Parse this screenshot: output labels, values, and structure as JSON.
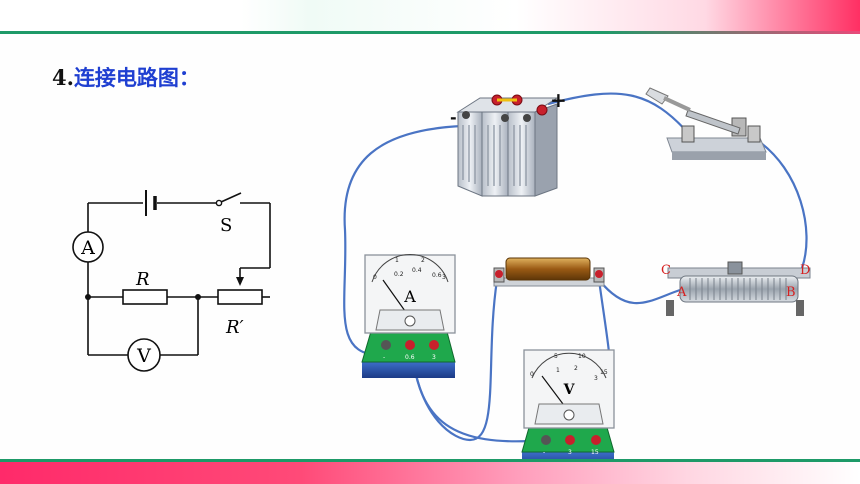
{
  "heading": {
    "number": "4.",
    "text": "连接电路图："
  },
  "schematic": {
    "ammeter_symbol": "A",
    "voltmeter_symbol": "V",
    "switch_label": "S",
    "resistor_label": "R",
    "rheostat_label": "R′"
  },
  "battery": {
    "minus": "-",
    "plus": "+"
  },
  "ammeter": {
    "letter": "A",
    "scale_labels": [
      "0",
      "1",
      "2",
      "3",
      "0.2",
      "0.4",
      "0.6"
    ],
    "terminals": [
      "-",
      "0.6",
      "3"
    ]
  },
  "voltmeter": {
    "letter": "V",
    "scale_labels": [
      "0",
      "5",
      "10",
      "15",
      "1",
      "2",
      "3"
    ],
    "terminals": [
      "-",
      "3",
      "15"
    ]
  },
  "rheostat": {
    "terminals": [
      "C",
      "D",
      "A",
      "B"
    ]
  },
  "colors": {
    "title_blue": "#1f3fd1",
    "wire_blue": "#4a74c4",
    "meter_green": "#1fa84c",
    "terminal_red": "#c8202c",
    "label_red": "#d62020"
  }
}
